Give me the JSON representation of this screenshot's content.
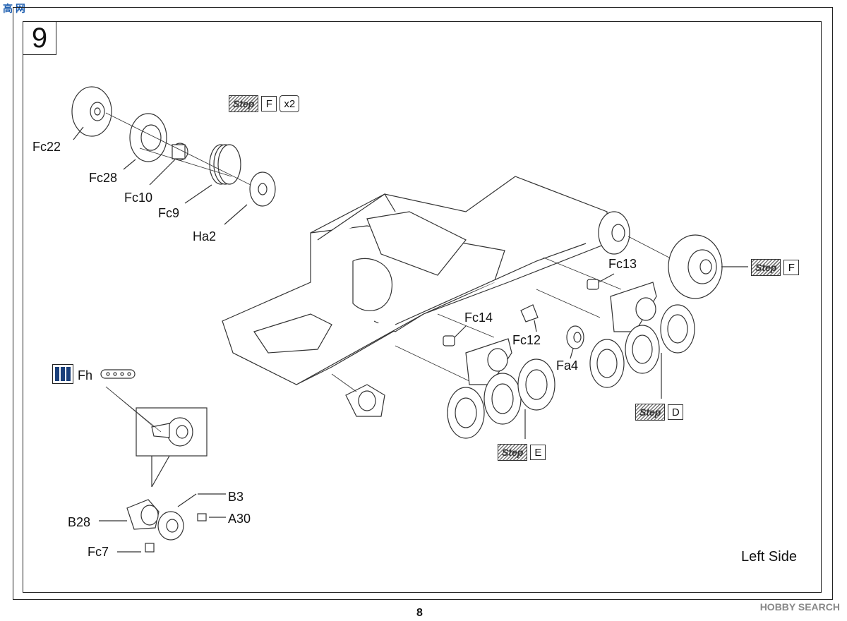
{
  "step_number": "9",
  "page_number": "8",
  "side_label": "Left Side",
  "watermark_top": "高 网",
  "watermark_bottom": "HOBBY SEARCH",
  "badges": [
    {
      "id": "step-f-top",
      "word": "Step",
      "letter": "F",
      "mult": "x2"
    },
    {
      "id": "step-f-right",
      "word": "Step",
      "letter": "F"
    },
    {
      "id": "step-d",
      "word": "Step",
      "letter": "D"
    },
    {
      "id": "step-e",
      "word": "Step",
      "letter": "E"
    }
  ],
  "part_labels": {
    "fc22": "Fc22",
    "fc28": "Fc28",
    "fc10": "Fc10",
    "fc9": "Fc9",
    "ha2": "Ha2",
    "fc13": "Fc13",
    "fc14": "Fc14",
    "fc12": "Fc12",
    "fa4": "Fa4",
    "fh": "Fh",
    "b3": "B3",
    "b28": "B28",
    "a30": "A30",
    "fc7": "Fc7"
  },
  "icons": {
    "paint": "paint-icon"
  }
}
